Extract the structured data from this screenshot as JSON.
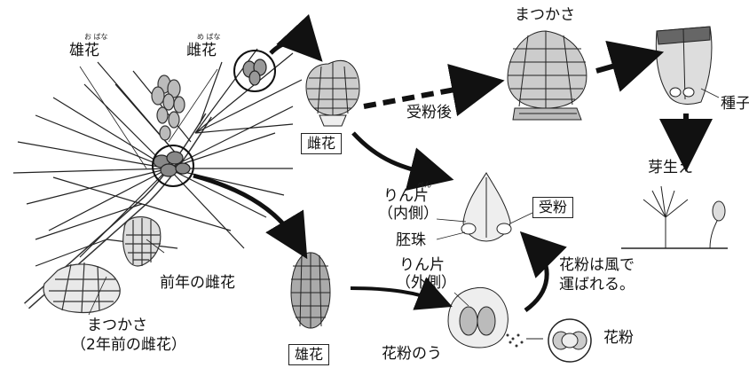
{
  "labels": {
    "male_flower_top": "雄花",
    "male_flower_top_ruby": "お ばな",
    "female_flower_top": "雌花",
    "female_flower_top_ruby": "め ばな",
    "female_box": "雌花",
    "pinecone_top": "まつかさ",
    "after_pollination": "受粉後",
    "seed": "種子",
    "germination": "芽生え",
    "scale_inner": "りん片",
    "scale_inner_ruby": "ぺん",
    "scale_inner_side": "（内側）",
    "ovule": "胚珠",
    "pollination_box": "受粉",
    "wind_line1": "花粉は風で",
    "wind_line2": "運ばれる。",
    "prev_year_female": "前年の雌花",
    "scale_outer": "りん片",
    "scale_outer_side": "（外側）",
    "pinecone_bottom_line1": "まつかさ",
    "pinecone_bottom_line2": "（2年前の雌花）",
    "male_box": "雄花",
    "pollen_sac": "花粉のう",
    "pollen": "花粉"
  }
}
